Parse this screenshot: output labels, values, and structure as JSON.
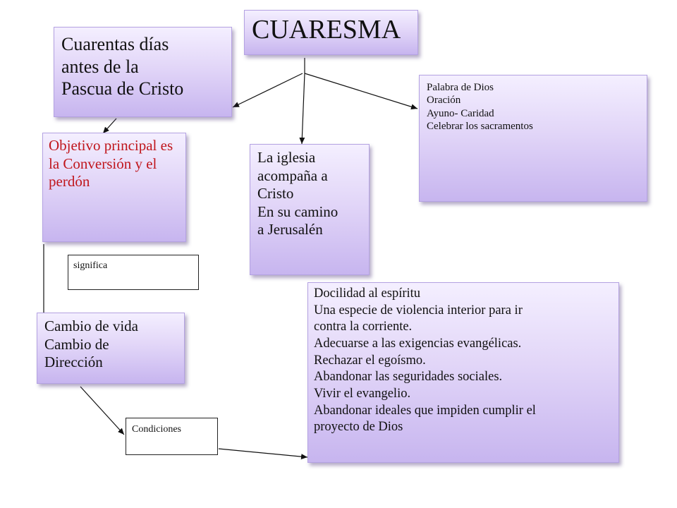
{
  "title": "CUARESMA",
  "definition": {
    "lines": [
      "Cuarentas días",
      "antes de la",
      "Pascua de Cristo"
    ]
  },
  "objective": {
    "text": "Objetivo principal es la Conversión y el perdón",
    "color": "#c0161c"
  },
  "church": {
    "lines": [
      "La iglesia",
      "acompaña a",
      "Cristo",
      "En su camino",
      "a Jerusalén"
    ]
  },
  "practices": {
    "lines": [
      "Palabra de Dios",
      "Oración",
      "Ayuno- Caridad",
      "Celebrar  los sacramentos"
    ]
  },
  "significa_label": "significa",
  "change": {
    "lines": [
      "Cambio de vida",
      "Cambio de",
      "Dirección"
    ]
  },
  "conditions_label": "Condiciones",
  "conditions": {
    "lines": [
      "Docilidad al espíritu",
      "Una especie de violencia interior para ir",
      "contra la corriente.",
      "Adecuarse a las exigencias evangélicas.",
      "Rechazar el egoísmo.",
      "Abandonar las  seguridades sociales.",
      "Vivir el evangelio.",
      "Abandonar ideales que impiden cumplir el",
      "proyecto de Dios"
    ]
  }
}
